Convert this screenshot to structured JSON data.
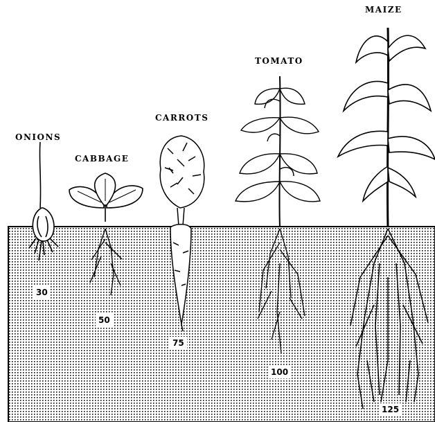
{
  "plants": [
    {
      "id": "onions",
      "name": "ONIONS",
      "root_depth": "30"
    },
    {
      "id": "cabbage",
      "name": "CABBAGE",
      "root_depth": "50"
    },
    {
      "id": "carrots",
      "name": "CARROTS",
      "root_depth": "75"
    },
    {
      "id": "tomato",
      "name": "TOMATO",
      "root_depth": "100"
    },
    {
      "id": "maize",
      "name": "MAIZE",
      "root_depth": "125"
    }
  ],
  "colors": {
    "ink": "#000000",
    "soil_dots": "#000000",
    "background": "#ffffff"
  }
}
